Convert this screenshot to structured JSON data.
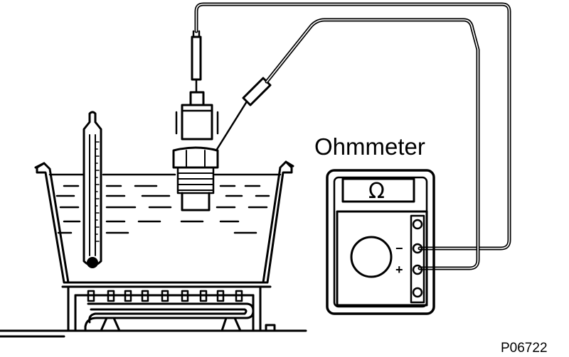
{
  "diagram": {
    "meter_label": "Ohmmeter",
    "meter_display_symbol": "Ω",
    "terminal_minus": "−",
    "terminal_plus": "+",
    "figure_id": "P06722"
  },
  "colors": {
    "ink": "#000000",
    "paper": "#ffffff"
  }
}
